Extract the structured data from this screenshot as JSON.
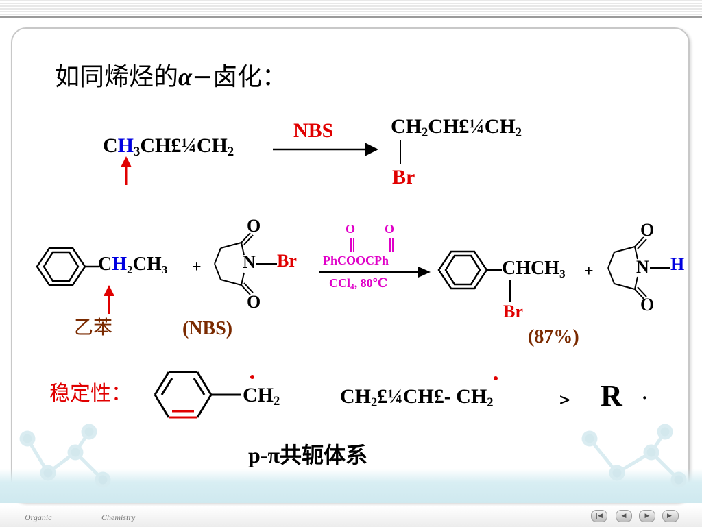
{
  "slide": {
    "heading_cn": "如同烯烃的",
    "heading_alpha": "α",
    "heading_rest": "−卤化：",
    "reaction1": {
      "reactant_c": "C",
      "reactant_h": "H",
      "reactant_sub3": "3",
      "reactant_rest": "CH£¼CH",
      "reactant_sub2": "2",
      "reagent": "NBS",
      "product_ch": "CH",
      "product_sub1": "2",
      "product_mid": "CH£¼CH",
      "product_sub2": "2",
      "product_br": "Br"
    },
    "reaction2": {
      "reactant_c": "C",
      "reactant_h": "H",
      "reactant_sub2": "2",
      "reactant_ch": "CH",
      "reactant_sub3": "3",
      "plus": "+",
      "nbs_n": "N",
      "nbs_br": "Br",
      "nbs_o_top": "O",
      "nbs_o_bottom": "O",
      "reactant_name": "乙苯",
      "nbs_label": "(NBS)",
      "catalyst_o1": "O",
      "catalyst_o2": "O",
      "catalyst": "PhCOOCPh",
      "solvent_pre": "CCl",
      "solvent_sub": "4",
      "solvent_post": ", 80℃",
      "product_chch": "CHCH",
      "product_sub3": "3",
      "product_br": "Br",
      "plus2": "+",
      "succ_n": "N",
      "succ_h": "H",
      "succ_o_top": "O",
      "succ_o_bottom": "O",
      "yield": "(87%)"
    },
    "stability": {
      "label": "稳定性：",
      "benzyl_ch": "CH",
      "benzyl_sub": "2",
      "allyl_pre": "CH",
      "allyl_sub1": "2",
      "allyl_mid": "£¼CH£- CH",
      "allyl_sub2": "2",
      "greater": "﹥",
      "r": "R",
      "dot": "·",
      "conjugation": "p-π共轭体系"
    },
    "footer": {
      "left": "Organic",
      "right": "Chemistry"
    },
    "nav": [
      "first-icon",
      "prev-icon",
      "next-icon",
      "last-icon"
    ]
  }
}
